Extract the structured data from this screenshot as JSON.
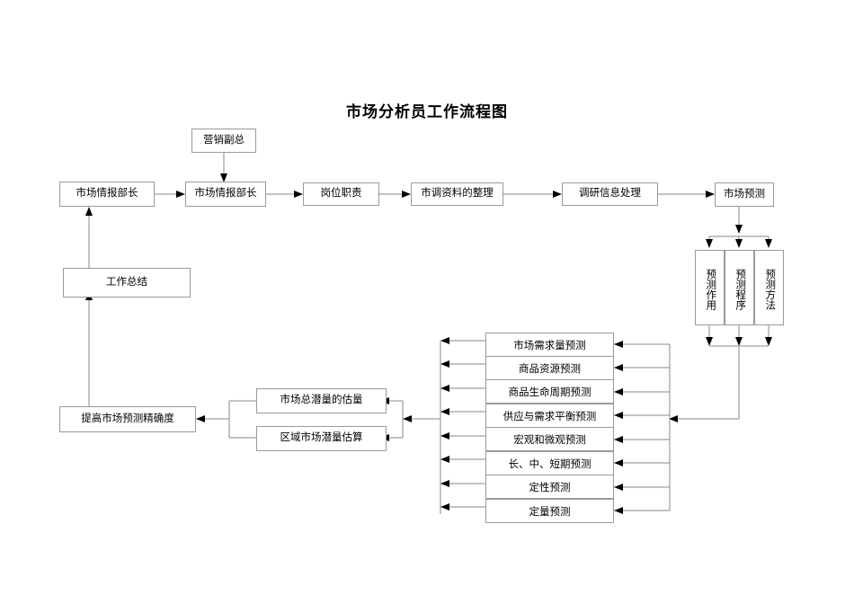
{
  "title": "市场分析员工作流程图",
  "nodes": {
    "vp_marketing": "营销副总",
    "intel_chief_left": "市场情报部长",
    "intel_chief_main": "市场情报部长",
    "job_duty": "岗位职责",
    "survey_org": "市调资料的整理",
    "info_process": "调研信息处理",
    "market_forecast": "市场预测",
    "work_summary": "工作总结",
    "improve_accuracy": "提高市场预测精确度",
    "total_potential": "市场总潜量的估量",
    "regional_potential": "区域市场潜量估算"
  },
  "forecast_aspects": [
    "预测作用",
    "预测程序",
    "预测方法"
  ],
  "forecast_types": [
    "市场需求量预测",
    "商品资源预测",
    "商品生命周期预测",
    "供应与需求平衡预测",
    "宏观和微观预测",
    "长、中、短期预测",
    "定性预测",
    "定量预测"
  ],
  "colors": {
    "border": "#9a9a9a",
    "line": "#8a8a8a",
    "arrow": "#000000",
    "background": "#ffffff",
    "text": "#000000"
  }
}
